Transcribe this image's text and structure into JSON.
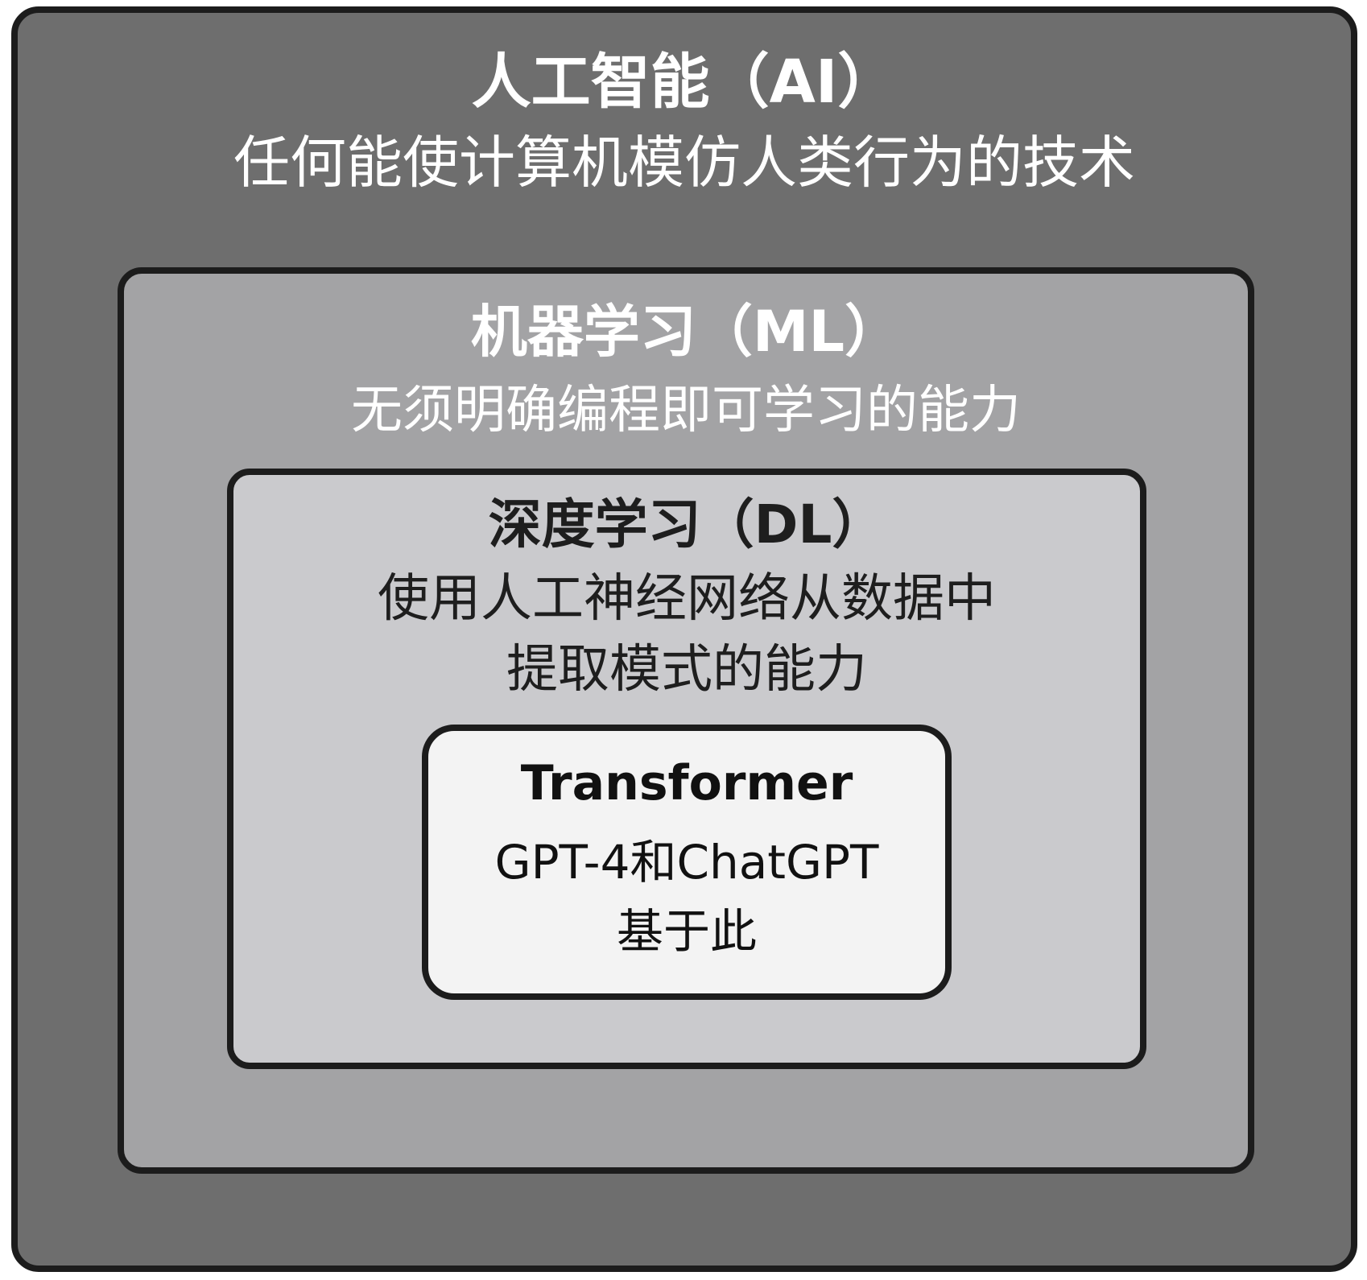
{
  "layers": {
    "ai": {
      "title": "人工智能（AI）",
      "description": "任何能使计算机模仿人类行为的技术"
    },
    "ml": {
      "title": "机器学习（ML）",
      "description": "无须明确编程即可学习的能力"
    },
    "dl": {
      "title": "深度学习（DL）",
      "description_line1": "使用人工神经网络从数据中",
      "description_line2": "提取模式的能力"
    },
    "transformer": {
      "title": "Transformer",
      "description_line1": "GPT-4和ChatGPT",
      "description_line2": "基于此"
    }
  },
  "colors": {
    "ai_fill": "#6e6e6e",
    "ml_fill": "#a3a3a5",
    "dl_fill": "#cacacd",
    "transformer_fill": "#f3f3f3",
    "border": "#1c1c1c"
  }
}
